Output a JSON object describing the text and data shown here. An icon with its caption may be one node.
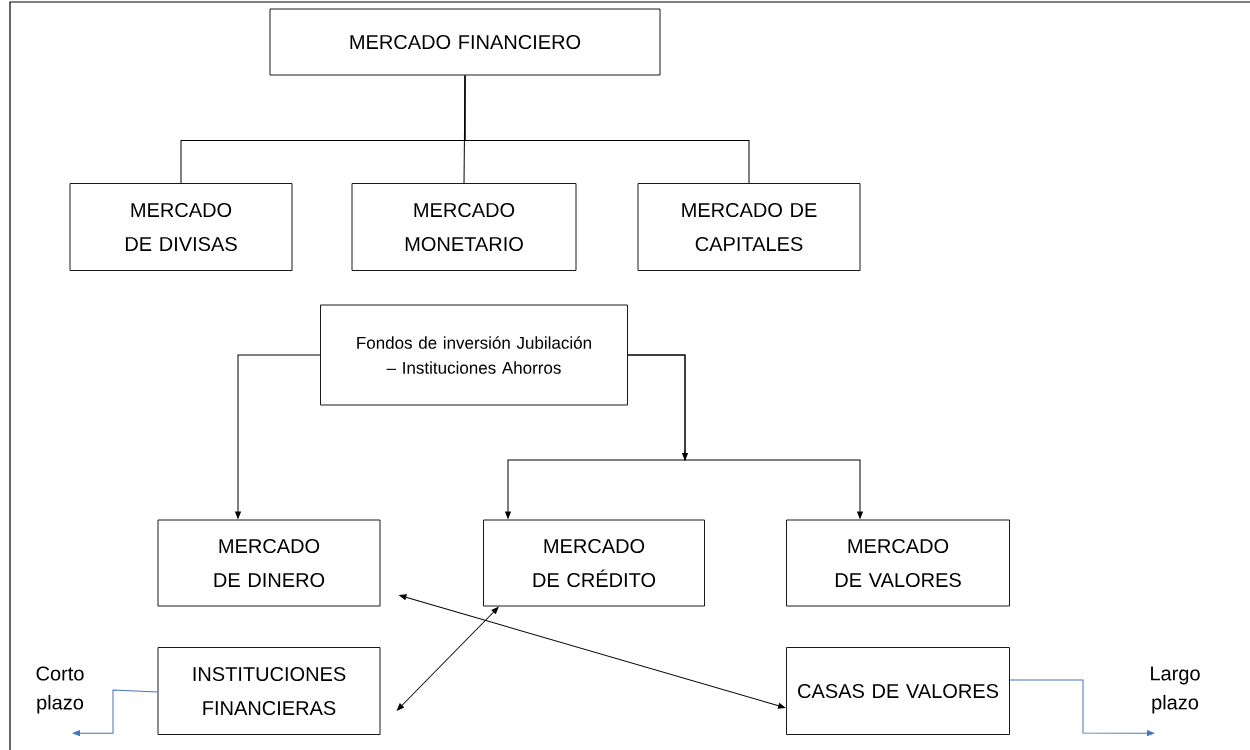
{
  "diagram": {
    "nodes": [
      {
        "text": [
          "MERCADO FINANCIERO"
        ]
      },
      {
        "text": [
          "MERCADO DE DIVISAS"
        ]
      },
      {
        "text": [
          "MERCADO MONETARIO"
        ]
      },
      {
        "text": [
          "MERCADO DE CAPITALES"
        ]
      },
      {
        "text": [
          "Fondos de inversión Jubilación – Instituciones Ahorros"
        ]
      },
      {
        "text": [
          "MERCADO DE DINERO"
        ]
      },
      {
        "text": [
          "MERCADO DE CRÉDITO"
        ]
      },
      {
        "text": [
          "MERCADO DE VALORES"
        ]
      },
      {
        "text": [
          "INSTITUCIONES FINANCIERAS"
        ]
      },
      {
        "text": [
          "CASAS  DE VALORES"
        ]
      },
      {
        "text": [
          "Corto plazo"
        ]
      },
      {
        "text": [
          "Largo plazo"
        ]
      }
    ],
    "edges": [
      {
        "from": 0,
        "to": 1,
        "arrow": "none"
      },
      {
        "from": 0,
        "to": 2,
        "arrow": "none"
      },
      {
        "from": 0,
        "to": 3,
        "arrow": "none"
      },
      {
        "from": 4,
        "to": 5,
        "arrow": "to"
      },
      {
        "from": 4,
        "to": 6,
        "arrow": "to"
      },
      {
        "from": 4,
        "to": 7,
        "arrow": "to"
      },
      {
        "from": 6,
        "to": 8,
        "arrow": "both"
      },
      {
        "from": 5,
        "to": 9,
        "arrow": "both"
      },
      {
        "from": 8,
        "to": 10,
        "arrow": "to",
        "color": "#4472c4"
      },
      {
        "from": 9,
        "to": 11,
        "arrow": "to",
        "color": "#4472c4"
      }
    ]
  }
}
